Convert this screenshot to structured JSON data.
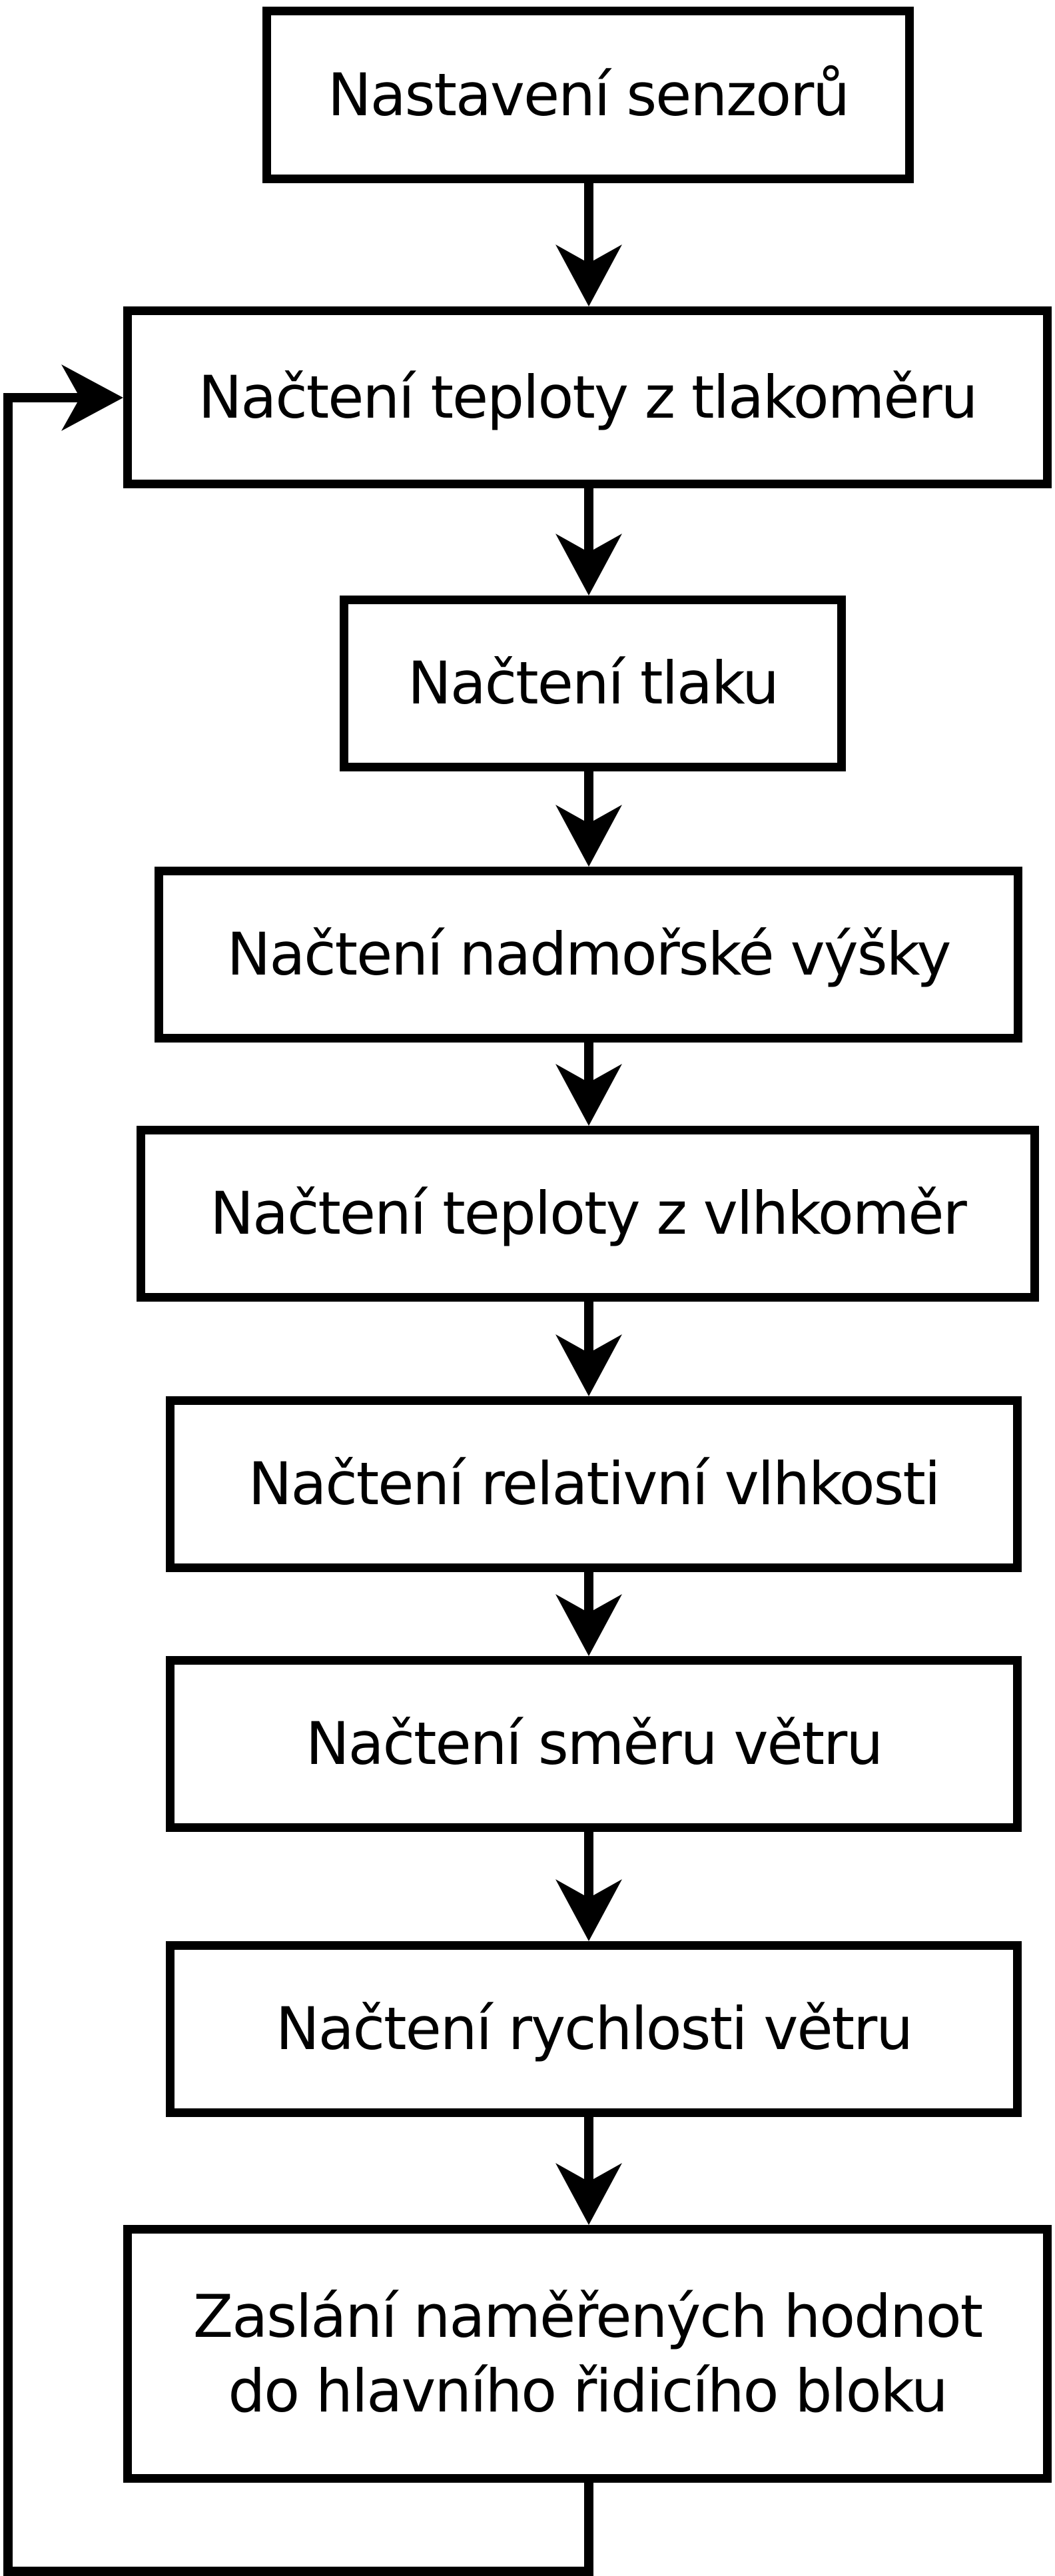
{
  "diagram": {
    "type": "flowchart",
    "background_color": "#ffffff",
    "stroke_color": "#000000",
    "nodes": [
      {
        "id": "n1",
        "label": "Nastavení senzorů"
      },
      {
        "id": "n2",
        "label": "Načtení teploty z tlakoměru"
      },
      {
        "id": "n3",
        "label": "Načtení tlaku"
      },
      {
        "id": "n4",
        "label": "Načtení nadmořské výšky"
      },
      {
        "id": "n5",
        "label": "Načtení teploty z vlhkoměr"
      },
      {
        "id": "n6",
        "label": "Načtení relativní vlhkosti"
      },
      {
        "id": "n7",
        "label": "Načtení směru větru"
      },
      {
        "id": "n8",
        "label": "Načtení rychlosti větru"
      },
      {
        "id": "n9",
        "label": "Zaslání naměřených hodnot\ndo hlavního řidicího bloku"
      }
    ],
    "edges": [
      {
        "from": "n1",
        "to": "n2",
        "kind": "straight-down"
      },
      {
        "from": "n2",
        "to": "n3",
        "kind": "straight-down"
      },
      {
        "from": "n3",
        "to": "n4",
        "kind": "straight-down"
      },
      {
        "from": "n4",
        "to": "n5",
        "kind": "straight-down"
      },
      {
        "from": "n5",
        "to": "n6",
        "kind": "straight-down"
      },
      {
        "from": "n6",
        "to": "n7",
        "kind": "straight-down"
      },
      {
        "from": "n7",
        "to": "n8",
        "kind": "straight-down"
      },
      {
        "from": "n8",
        "to": "n9",
        "kind": "straight-down"
      },
      {
        "from": "n9",
        "to": "n2",
        "kind": "loop-left"
      }
    ]
  }
}
